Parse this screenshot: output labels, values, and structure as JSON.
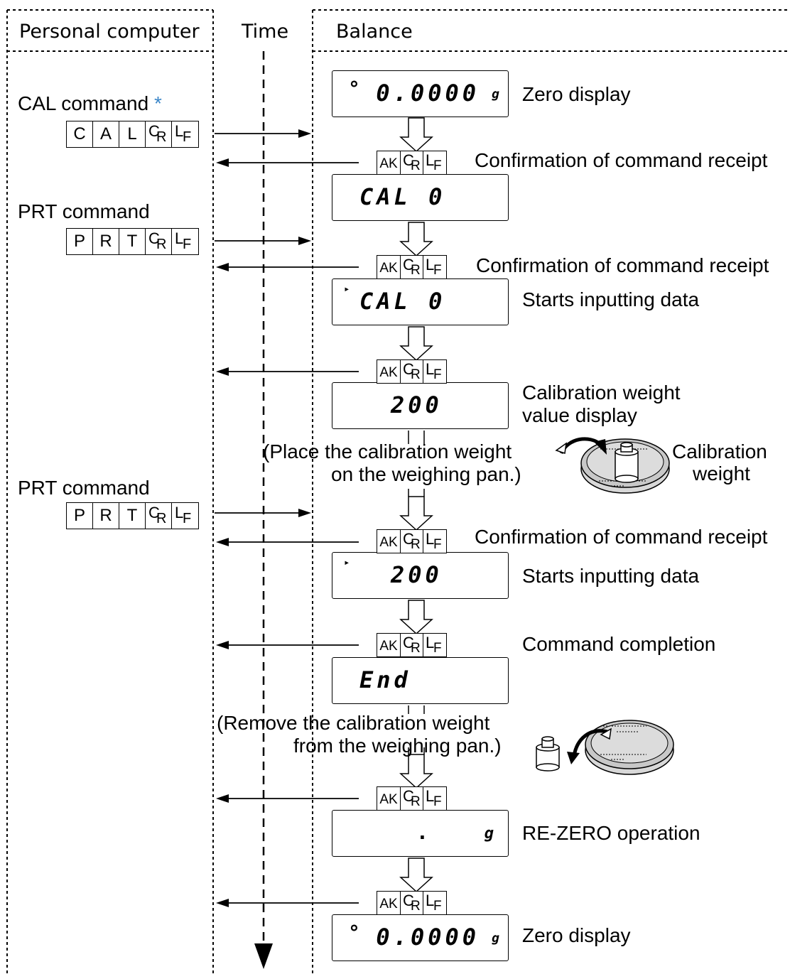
{
  "headers": {
    "personal_computer": "Personal computer",
    "time": "Time",
    "balance": "Balance"
  },
  "commands": [
    {
      "label": "CAL command",
      "star": "*",
      "chars": [
        "C",
        "A",
        "L"
      ]
    },
    {
      "label": "PRT command",
      "chars": [
        "P",
        "R",
        "T"
      ]
    },
    {
      "label": "PRT command",
      "chars": [
        "P",
        "R",
        "T"
      ]
    }
  ],
  "control_codes": {
    "cr_main": "C",
    "cr_sub": "R",
    "lf_main": "L",
    "lf_sub": "F"
  },
  "ack": {
    "ak": "AK"
  },
  "displays": {
    "zero": {
      "value": "0.0000",
      "unit": "g",
      "dot": "°"
    },
    "cal0": "CAL 0",
    "cal0_marker": "▸",
    "weight": "200",
    "end": "End",
    "rezero_point": ".",
    "rezero_unit": "g"
  },
  "labels": {
    "zero_display": "Zero display",
    "confirmation": "Confirmation of command receipt",
    "starts_input": "Starts inputting data",
    "cal_weight_value_1": "Calibration weight",
    "cal_weight_value_2": "value display",
    "cal_weight_1": "Calibration",
    "cal_weight_2": "weight",
    "command_completion": "Command completion",
    "rezero": "RE-ZERO operation"
  },
  "notes": {
    "place_1": "(Place the calibration weight",
    "place_2": "on the weighing pan.)",
    "remove_1": "(Remove the calibration weight",
    "remove_2": "from the weighing pan.)"
  }
}
